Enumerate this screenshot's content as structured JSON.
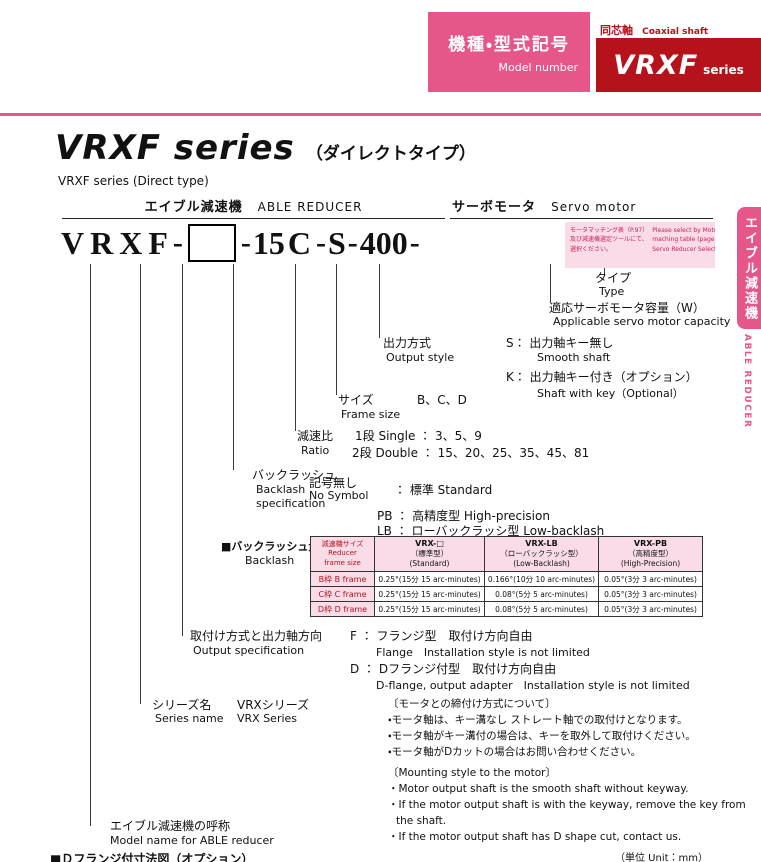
{
  "colors": {
    "pink": "#e6568b",
    "dark_red": "#b5121b",
    "light_pink": "#fadce8",
    "pink_text": "#c9205a",
    "line": "#3a3a3a"
  },
  "header": {
    "model_number_ja": "機種・型式記号",
    "model_number_en": "Model number",
    "coaxial_ja": "同芯軸",
    "coaxial_en": "Coaxial shaft",
    "series_name": "VRXF",
    "series_suffix": "series"
  },
  "sidebar": {
    "tab_ja": "エイブル減速機",
    "tab_en": "ABLE REDUCER"
  },
  "title": {
    "main": "VRXF series",
    "type_ja": "（ダイレクトタイプ）",
    "sub": "VRXF series (Direct type)"
  },
  "headings": {
    "reducer_ja": "エイブル減速機",
    "reducer_en": "ABLE REDUCER",
    "motor_ja": "サーボモータ",
    "motor_en": "Servo motor"
  },
  "code": {
    "l1": "V",
    "l2": "R",
    "l3": "X",
    "l4": "F",
    "dash": "-",
    "ratio": "15",
    "frame": "C",
    "style": "S",
    "capacity": "400"
  },
  "selector_note": {
    "ja1": "モータマッチング表（P.97）",
    "ja2": "及び減速機選定ツールにて、",
    "ja3": "選択ください。",
    "en1": "Please select by Motor",
    "en2": "maching table (page 97) and",
    "en3": "Servo Reducer Selection Tool"
  },
  "labels": {
    "type": {
      "ja": "タイプ",
      "en": "Type"
    },
    "capacity": {
      "ja": "適応サーボモータ容量（W）",
      "en": "Applicable servo motor capacity"
    },
    "output_style": {
      "ja": "出力方式",
      "en": "Output style",
      "s_ja": "S： 出力軸キー無し",
      "s_en": "Smooth shaft",
      "k_ja": "K： 出力軸キー付き（オプション）",
      "k_en": "Shaft with key（Optional）"
    },
    "size": {
      "ja": "サイズ",
      "en": "Frame size",
      "values": "B、C、D"
    },
    "ratio": {
      "ja": "減速比",
      "en": "Ratio",
      "single": "1段 Single ： 3、5、9",
      "double": "2段 Double ： 15、20、25、35、45、81"
    },
    "backlash": {
      "ja": "バックラッシュ",
      "en1": "Backlash",
      "en2": "specification",
      "none_ja": "記号無し",
      "none_en": "No Symbol",
      "standard": "： 標準 Standard",
      "pb": "PB ： 高精度型 High-precision",
      "lb": "LB ： ローバックラッシ型 Low-backlash"
    },
    "mounting": {
      "ja": "取付け方式と出力軸方向",
      "en": "Output specification",
      "f_ja": "F ： フランジ型　取付け方向自由",
      "f_en": "Flange　Installation style is not limited",
      "d_ja": "D ： Dフランジ付型　取付け方向自由",
      "d_en": "D-flange, output adapter　Installation style is not limited"
    },
    "series": {
      "ja": "シリーズ名",
      "ja_val": "VRXシリーズ",
      "en": "Series name",
      "en_val": "VRX Series"
    },
    "model_name": {
      "ja": "エイブル減速機の呼称",
      "en": "Model name for ABLE reducer"
    }
  },
  "backlash_table": {
    "caption_ja": "■バックラッシュ量",
    "caption_en": "Backlash",
    "header": {
      "size_ja": "減速機サイズ",
      "size_en1": "Reducer",
      "size_en2": "frame size",
      "std_name": "VRX-□",
      "std_ja": "（標準型）",
      "std_en": "(Standard)",
      "lb_name": "VRX-LB",
      "lb_ja": "（ローバックラッシ型）",
      "lb_en": "(Low-Backlash)",
      "pb_name": "VRX-PB",
      "pb_ja": "（高精度型）",
      "pb_en": "(High-Precision)"
    },
    "rows": [
      {
        "frame_ja": "B枠",
        "frame_en": "B frame",
        "std": "0.25°(15分 15 arc-minutes)",
        "lb": "0.166°(10分 10 arc-minutes)",
        "pb": "0.05°(3分 3 arc-minutes)"
      },
      {
        "frame_ja": "C枠",
        "frame_en": "C frame",
        "std": "0.25°(15分 15 arc-minutes)",
        "lb": "0.08°(5分 5 arc-minutes)",
        "pb": "0.05°(3分 3 arc-minutes)"
      },
      {
        "frame_ja": "D枠",
        "frame_en": "D frame",
        "std": "0.25°(15分 15 arc-minutes)",
        "lb": "0.08°(5分 5 arc-minutes)",
        "pb": "0.05°(3分 3 arc-minutes)"
      }
    ]
  },
  "notes": {
    "ja_title": "〔モータとの締付け方式について〕",
    "ja1": "・モータ軸は、キー溝なし ストレート軸での取付けとなります。",
    "ja2": "・モータ軸がキー溝付の場合は、キーを取外して取付けください。",
    "ja3": "・モータ軸がDカットの場合はお問い合わせください。",
    "en_title": "〔Mounting style to the motor〕",
    "en1": "・Motor output shaft is the smooth shaft without keyway.",
    "en2": "・If the motor output shaft is with the keyway, remove the key from",
    "en2b": "the shaft.",
    "en3": "・If the motor output shaft has D shape cut, contact us."
  },
  "footer": {
    "section": "■Ｄフランジ付寸法図（オプション）",
    "unit": "（単位 Unit：mm）"
  }
}
